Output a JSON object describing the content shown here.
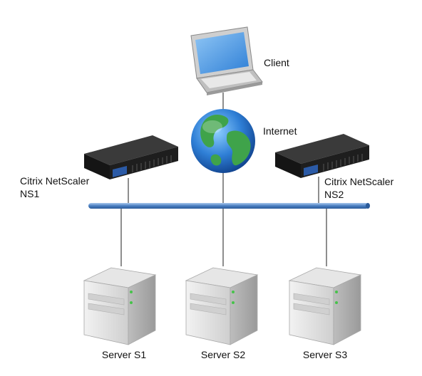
{
  "nodes": {
    "client": {
      "label": "Client"
    },
    "internet": {
      "label": "Internet"
    },
    "ns1": {
      "label_line1": "Citrix NetScaler",
      "label_line2": "NS1"
    },
    "ns2": {
      "label_line1": "Citrix NetScaler",
      "label_line2": "NS2"
    },
    "server_s1": {
      "label": "Server S1"
    },
    "server_s2": {
      "label": "Server S2"
    },
    "server_s3": {
      "label": "Server S3"
    }
  },
  "colors": {
    "bus": "#4a7fc1",
    "wire": "#444444",
    "appliance_body": "#1e1e1e",
    "appliance_badge": "#2b5aa6",
    "server_body": "#d9d9d9",
    "server_led": "#46c34a",
    "globe_ocean": "#2f7fd6",
    "globe_land": "#3fa34a",
    "laptop_screen": "#3d8fe0"
  },
  "icons": {
    "client": "laptop-icon",
    "internet": "globe-icon",
    "appliance": "netscaler-appliance-icon",
    "server": "server-tower-icon"
  }
}
